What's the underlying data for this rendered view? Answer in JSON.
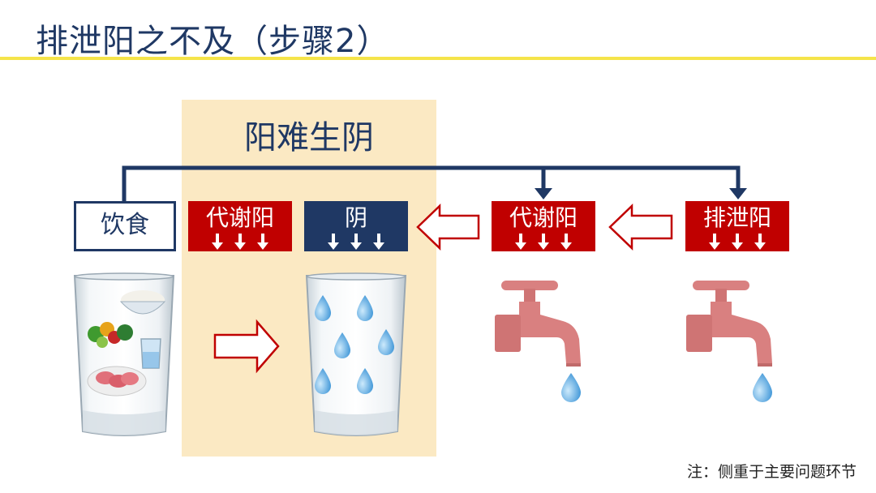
{
  "header": {
    "title": "排泄阳之不及（步骤2）"
  },
  "panel": {
    "title": "阳难生阴"
  },
  "boxes": {
    "diet": "饮食",
    "metabolic_yang_1": "代谢阳",
    "yin": "阴",
    "metabolic_yang_2": "代谢阳",
    "excrete_yang": "排泄阳"
  },
  "footer": {
    "note": "注：侧重于主要问题环节"
  },
  "colors": {
    "navy": "#1f3864",
    "red": "#c00000",
    "panel": "#fbe9c3",
    "rule": "#f5e44a",
    "faucet": "#d98080",
    "drop": "#4aa3e0"
  }
}
